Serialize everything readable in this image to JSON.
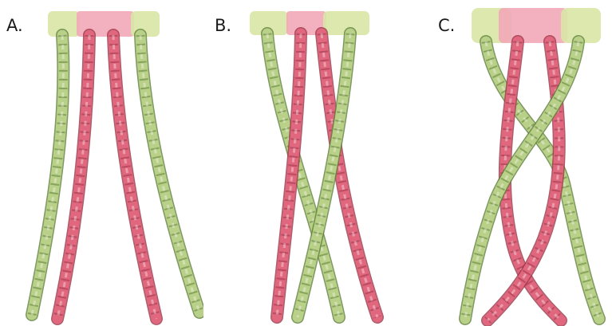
{
  "colors": {
    "green": "#b9d088",
    "green_dark": "#5e7f3a",
    "red": "#e0677d",
    "red_dark": "#9a3548",
    "green_block": "#d9e6a6",
    "red_block": "#f2a7b7"
  },
  "panels": [
    {
      "label": "A.",
      "arrangement": "parallel"
    },
    {
      "label": "B.",
      "arrangement": "single crossing"
    },
    {
      "label": "C.",
      "arrangement": "braided"
    }
  ]
}
